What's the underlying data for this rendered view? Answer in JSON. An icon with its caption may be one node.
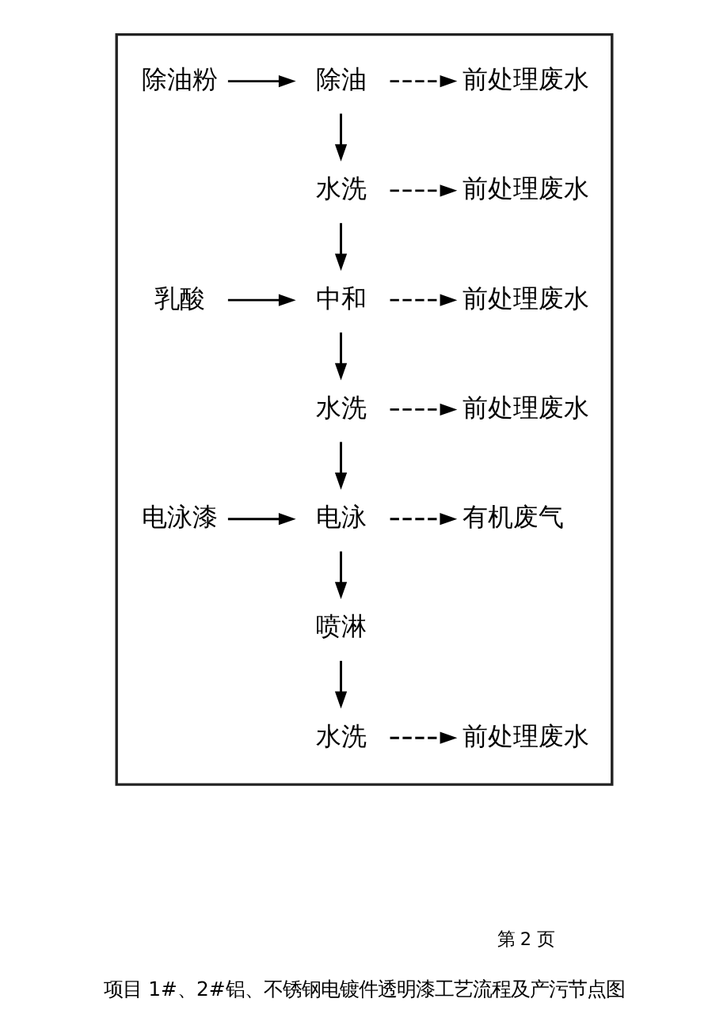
{
  "diagram": {
    "caption": "项目 1#、2#铝、不锈钢电镀件透明漆工艺流程及产污节点图",
    "nodes": [
      {
        "text": [],
        "shape": "box"
      },
      {
        "text": [
          "除油粉"
        ],
        "in": 0
      },
      {
        "text": [
          "除油"
        ],
        "in": 0
      },
      {
        "text": [
          "前处理废水"
        ],
        "in": 0
      },
      {
        "text": [
          "水洗"
        ],
        "in": 0
      },
      {
        "text": [
          "前处理废水"
        ],
        "in": 0
      },
      {
        "text": [
          "乳酸"
        ],
        "in": 0
      },
      {
        "text": [
          "中和"
        ],
        "in": 0
      },
      {
        "text": [
          "前处理废水"
        ],
        "in": 0
      },
      {
        "text": [
          "水洗"
        ],
        "in": 0
      },
      {
        "text": [
          "前处理废水"
        ],
        "in": 0
      },
      {
        "text": [
          "电泳漆"
        ],
        "in": 0
      },
      {
        "text": [
          "电泳"
        ],
        "in": 0
      },
      {
        "text": [
          "有机废气"
        ],
        "in": 0
      },
      {
        "text": [
          "喷淋"
        ],
        "in": 0
      },
      {
        "text": [
          "水洗"
        ],
        "in": 0
      },
      {
        "text": [
          "前处理废水"
        ],
        "in": 0
      }
    ],
    "edges": [
      {
        "from": 1,
        "to": 2,
        "arrow": "to"
      },
      {
        "from": 2,
        "to": 3,
        "arrow": "to",
        "style": "dashed"
      },
      {
        "from": 2,
        "to": 4,
        "arrow": "to"
      },
      {
        "from": 4,
        "to": 5,
        "arrow": "to",
        "style": "dashed"
      },
      {
        "from": 4,
        "to": 7,
        "arrow": "to"
      },
      {
        "from": 6,
        "to": 7,
        "arrow": "to"
      },
      {
        "from": 7,
        "to": 8,
        "arrow": "to",
        "style": "dashed"
      },
      {
        "from": 7,
        "to": 9,
        "arrow": "to"
      },
      {
        "from": 9,
        "to": 10,
        "arrow": "to",
        "style": "dashed"
      },
      {
        "from": 9,
        "to": 12,
        "arrow": "to"
      },
      {
        "from": 11,
        "to": 12,
        "arrow": "to"
      },
      {
        "from": 12,
        "to": 13,
        "arrow": "to",
        "style": "dashed"
      },
      {
        "from": 12,
        "to": 14,
        "arrow": "to"
      },
      {
        "from": 14,
        "to": 15,
        "arrow": "to"
      },
      {
        "from": 15,
        "to": 16,
        "arrow": "to",
        "style": "dashed"
      }
    ],
    "labels": [
      "第 2 页"
    ]
  }
}
